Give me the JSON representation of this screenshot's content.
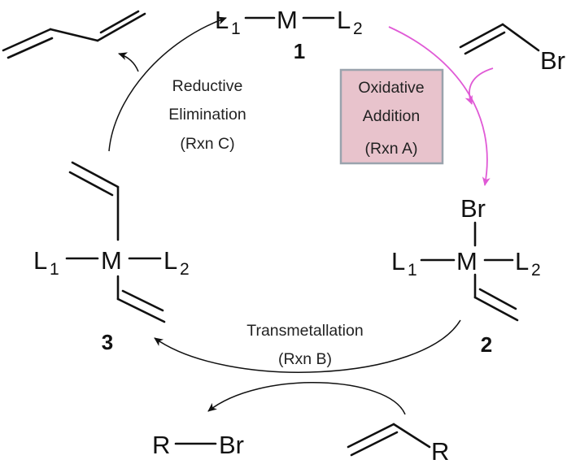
{
  "diagram": {
    "atoms": {
      "L": "L",
      "M": "M",
      "Br": "Br",
      "R": "R"
    },
    "subscripts": {
      "one": "1",
      "two": "2"
    },
    "compounds": {
      "c1": "1",
      "c2": "2",
      "c3": "3"
    },
    "reactions": {
      "oxidative_addition": [
        "Oxidative",
        "Addition",
        "(Rxn A)"
      ],
      "transmetallation": [
        "Transmetallation",
        "(Rxn B)"
      ],
      "reductive_elimination": [
        "Reductive",
        "Elimination",
        "(Rxn C)"
      ]
    },
    "colors": {
      "oxidative_arrow": "#e05ad6",
      "oxidative_box_fill": "#e8c3cc",
      "oxidative_box_border": "#9aa3ad",
      "ink": "#111111"
    }
  }
}
